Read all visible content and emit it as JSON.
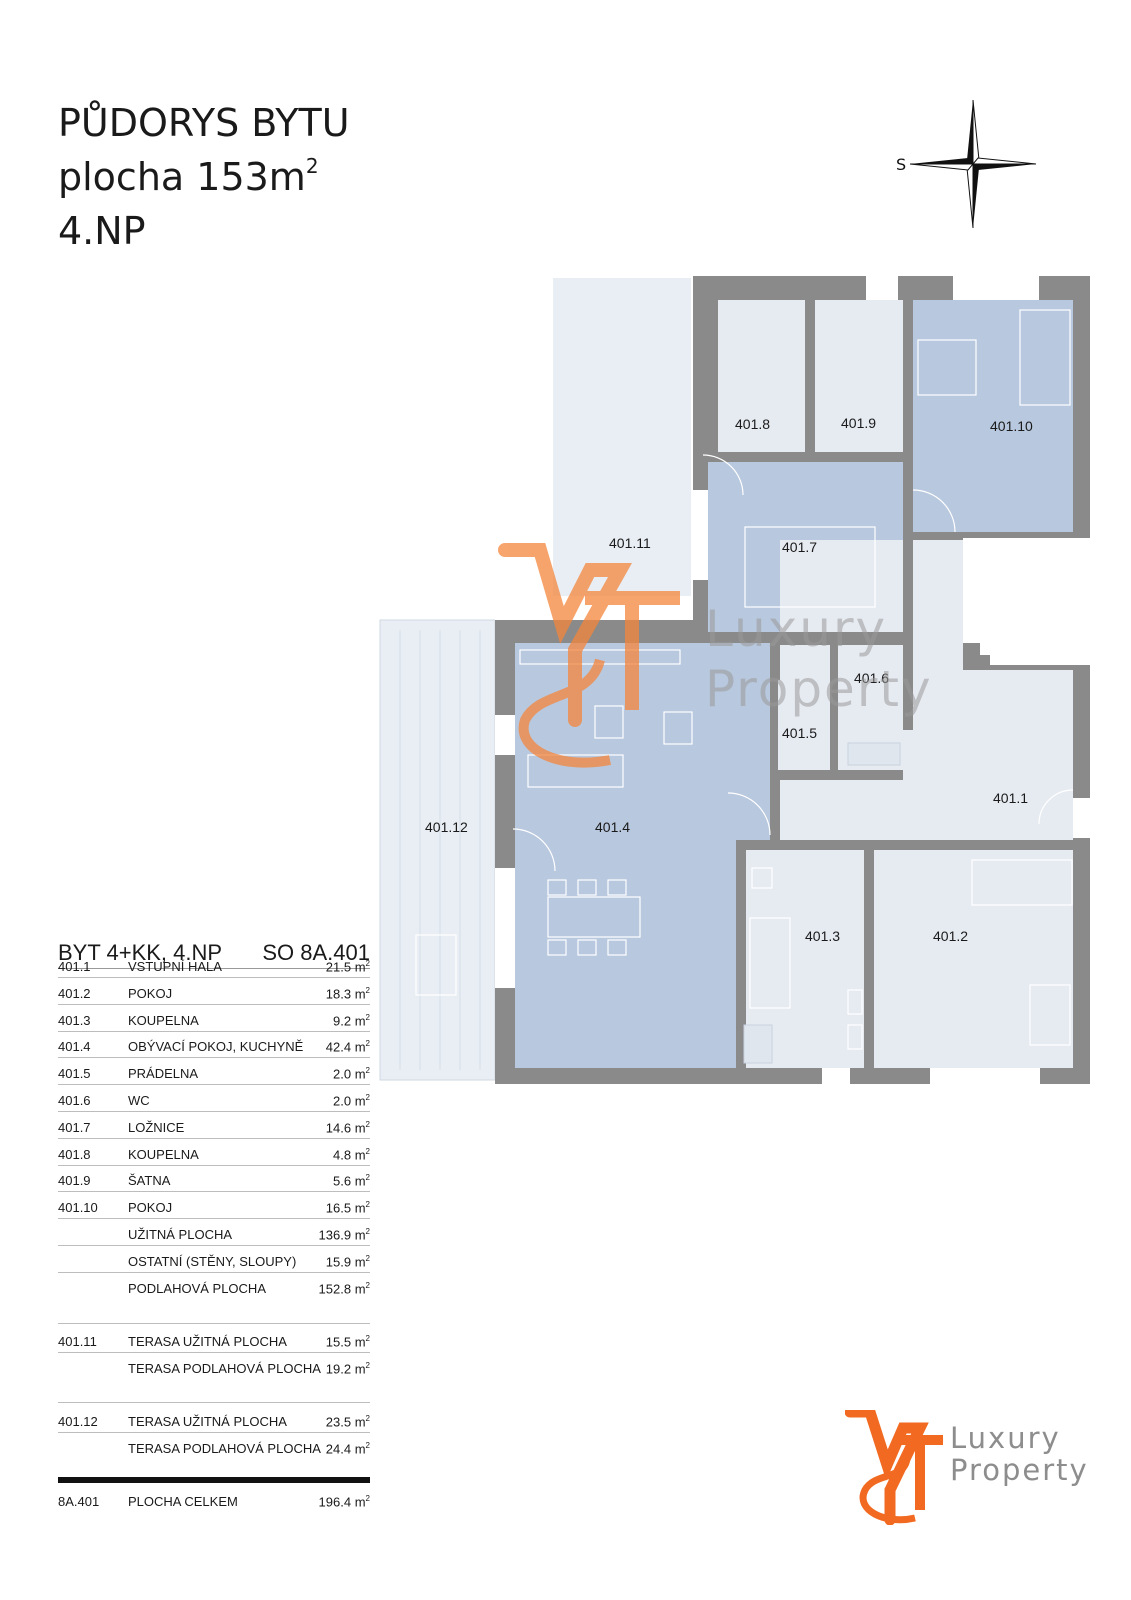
{
  "header": {
    "title_line1": "PŮDORYS BYTU",
    "title_line2": "plocha 153m",
    "title_line2_sup": "2",
    "title_line3": "4.NP"
  },
  "compass": {
    "label": "S"
  },
  "plan": {
    "colors": {
      "wall": "#8a8a8a",
      "room_dark": "#b8c8de",
      "room_light": "#e6ebf2",
      "terrace": "#e8eef4",
      "lines": "#ffffff"
    },
    "labels": {
      "r401_1": "401.1",
      "r401_2": "401.2",
      "r401_3": "401.3",
      "r401_4": "401.4",
      "r401_5": "401.5",
      "r401_6": "401.6",
      "r401_7": "401.7",
      "r401_8": "401.8",
      "r401_9": "401.9",
      "r401_10": "401.10",
      "r401_11": "401.11",
      "r401_12": "401.12"
    }
  },
  "table": {
    "heading_left": "BYT 4+KK, 4.NP",
    "heading_right": "SO 8A.401",
    "area_unit": "m",
    "rooms": [
      {
        "num": "401.1",
        "name": "VSTUPNÍ HALA",
        "area": "21.5"
      },
      {
        "num": "401.2",
        "name": "POKOJ",
        "area": "18.3"
      },
      {
        "num": "401.3",
        "name": "KOUPELNA",
        "area": "9.2"
      },
      {
        "num": "401.4",
        "name": "OBÝVACÍ POKOJ, KUCHYNĚ",
        "area": "42.4"
      },
      {
        "num": "401.5",
        "name": "PRÁDELNA",
        "area": "2.0"
      },
      {
        "num": "401.6",
        "name": "WC",
        "area": "2.0"
      },
      {
        "num": "401.7",
        "name": "LOŽNICE",
        "area": "14.6"
      },
      {
        "num": "401.8",
        "name": "KOUPELNA",
        "area": "4.8"
      },
      {
        "num": "401.9",
        "name": "ŠATNA",
        "area": "5.6"
      },
      {
        "num": "401.10",
        "name": "POKOJ",
        "area": "16.5"
      }
    ],
    "summary": [
      {
        "name": "UŽITNÁ PLOCHA",
        "area": "136.9"
      },
      {
        "name": "OSTATNÍ (STĚNY, SLOUPY)",
        "area": "15.9"
      },
      {
        "name": "PODLAHOVÁ PLOCHA",
        "area": "152.8"
      }
    ],
    "terrace1": [
      {
        "num": "401.11",
        "name": "TERASA UŽITNÁ PLOCHA",
        "area": "15.5"
      },
      {
        "num": "",
        "name": "TERASA PODLAHOVÁ PLOCHA",
        "area": "19.2"
      }
    ],
    "terrace2": [
      {
        "num": "401.12",
        "name": "TERASA UŽITNÁ PLOCHA",
        "area": "23.5"
      },
      {
        "num": "",
        "name": "TERASA PODLAHOVÁ PLOCHA",
        "area": "24.4"
      }
    ],
    "total": {
      "num": "8A.401",
      "name": "PLOCHA CELKEM",
      "area": "196.4"
    }
  },
  "logo": {
    "line1": "Luxury",
    "line2": "Property",
    "accent": "#f26a21"
  }
}
